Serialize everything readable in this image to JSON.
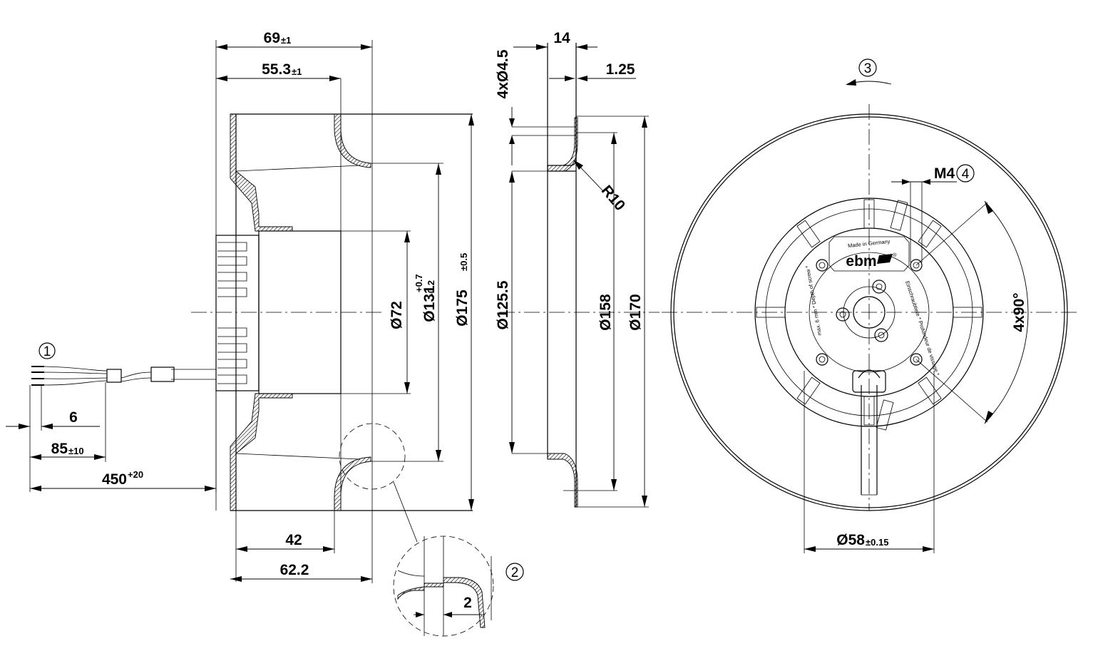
{
  "drawing": {
    "side_view": {
      "dim_total_depth": "69",
      "dim_total_depth_tol": "±1",
      "dim_impeller_depth": "55.3",
      "dim_impeller_depth_tol": "±1",
      "dim_hub_diameter": "Ø72",
      "dim_inlet_diameter": "Ø131",
      "dim_inlet_tol_upper": "+0.7",
      "dim_inlet_tol_lower": "-0.2",
      "dim_outer_diameter": "Ø175",
      "dim_outer_diameter_tol": "±0.5",
      "dim_42": "42",
      "dim_62": "62.2",
      "dim_strip": "6",
      "dim_lead_short": "85",
      "dim_lead_short_tol": "±10",
      "dim_lead_long": "450",
      "dim_lead_long_tol": "+20",
      "callout_cable": "1",
      "callout_detail": "2",
      "detail_dim": "2"
    },
    "inlet_ring_view": {
      "dim_width": "14",
      "dim_thickness": "1.25",
      "dim_holes": "4xØ4.5",
      "dim_radius": "R10",
      "dim_125": "Ø125.5",
      "dim_158": "Ø158",
      "dim_170": "Ø170"
    },
    "front_view": {
      "callout_rotation": "3",
      "callout_thread": "4",
      "thread_label": "M4",
      "angle_label": "4x90°",
      "dim_58": "Ø58",
      "dim_58_tol": "±0.15",
      "label_made_in": "Made in Germany",
      "brand": "ebm",
      "label_screw_en": "max. 6 mm  * Depth of screw *",
      "label_screw_de": "Einschraubtiefe * Profondeur de vissage *"
    }
  }
}
